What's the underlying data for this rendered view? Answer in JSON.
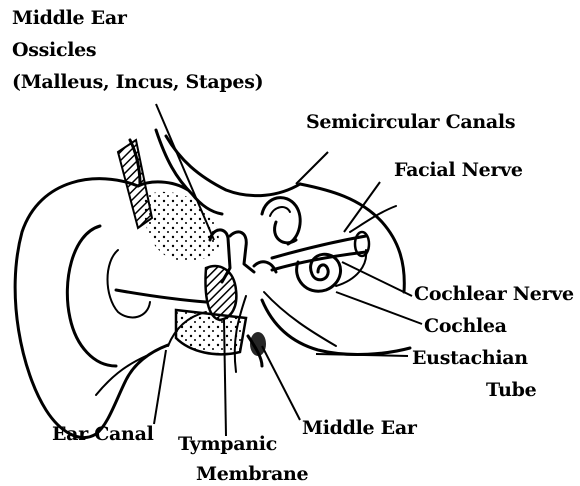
{
  "labels": {
    "ossicles_title": "Middle Ear",
    "ossicles_line2": "Ossicles",
    "ossicles_line3": "(Malleus, Incus, Stapes)",
    "semicircular_canals": "Semicircular Canals",
    "facial_nerve": "Facial Nerve",
    "cochlear_nerve": "Cochlear Nerve",
    "cochlea": "Cochlea",
    "eustachian_line1": "Eustachian",
    "eustachian_line2": "Tube",
    "ear_canal": "Ear Canal",
    "tympanic_line1": "Tympanic",
    "tympanic_line2": "Membrane",
    "middle_ear": "Middle Ear"
  }
}
